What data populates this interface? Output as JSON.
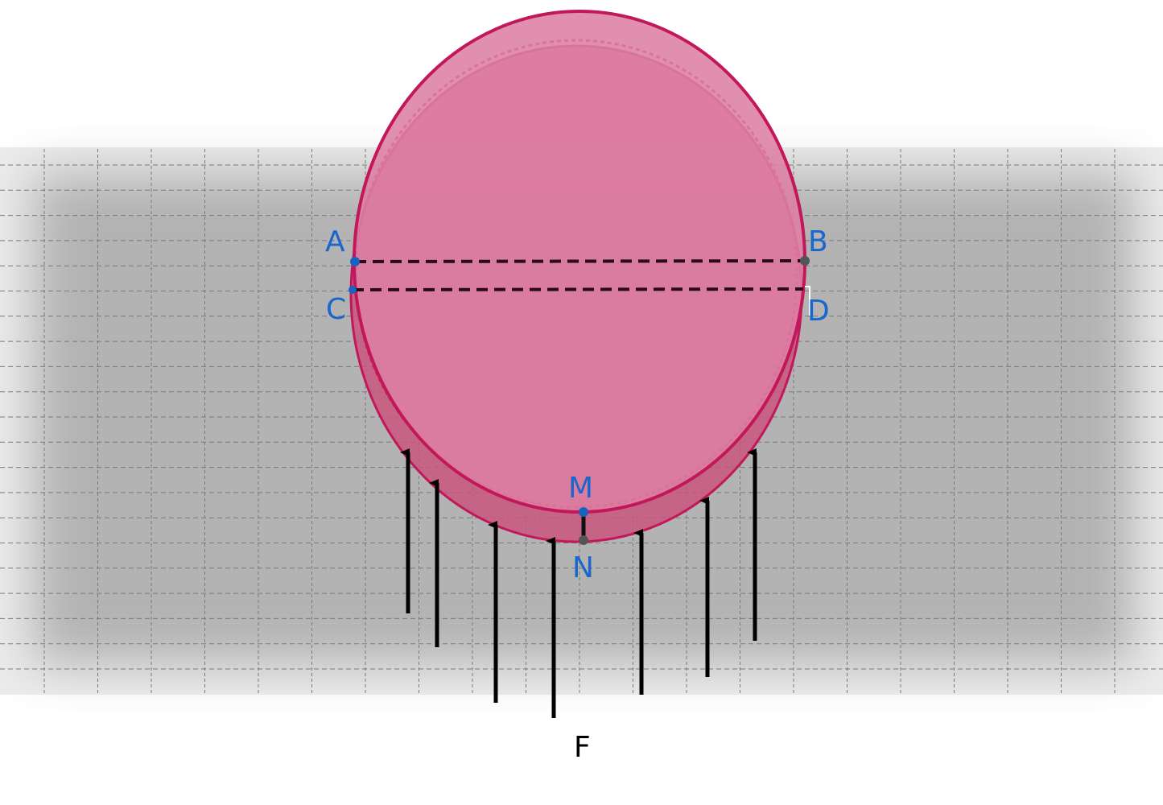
{
  "diagram": {
    "points": {
      "A": {
        "label": "A"
      },
      "B": {
        "label": "B"
      },
      "C": {
        "label": "C"
      },
      "D": {
        "label": "D"
      },
      "M": {
        "label": "M"
      },
      "N": {
        "label": "N"
      }
    },
    "force_label": "F",
    "colors": {
      "disk_fill": "#d9668f",
      "disk_stroke": "#c2185b",
      "dashed_line": "#2a0a14",
      "point_blue": "#1565c0",
      "point_gray": "#555555",
      "label_blue": "#1a66cc",
      "arrow": "#000000",
      "grid_bg": "#c9c9c9",
      "grid_line": "#7a7a7a"
    }
  }
}
